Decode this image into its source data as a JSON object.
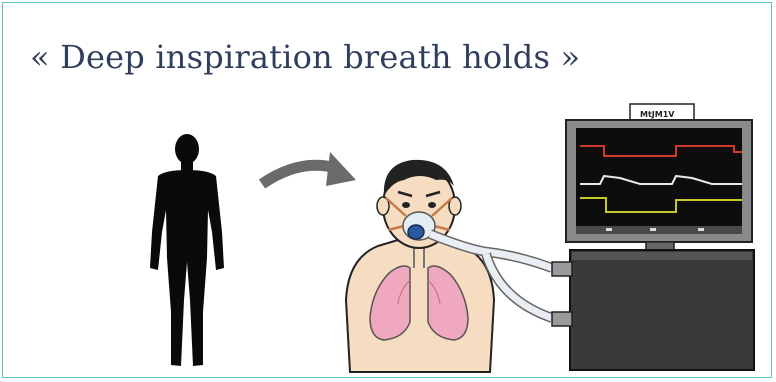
{
  "slide": {
    "title": "« Deep inspiration breath holds »",
    "monitor_label": "MtJM1V"
  },
  "icons": {
    "person": "human-silhouette",
    "arrow": "curved-arrow-right",
    "patient": "patient-with-mask-and-lungs",
    "ventilator": "ventilator-monitor-box"
  },
  "colors": {
    "title": "#2f3e5c",
    "border": "#5bc6c0",
    "lungs": "#f0a8bf",
    "skin": "#f6dcc0",
    "waveform_red": "#d23a2a",
    "waveform_white": "#e8e8e8",
    "waveform_yellow": "#c8c82a"
  }
}
